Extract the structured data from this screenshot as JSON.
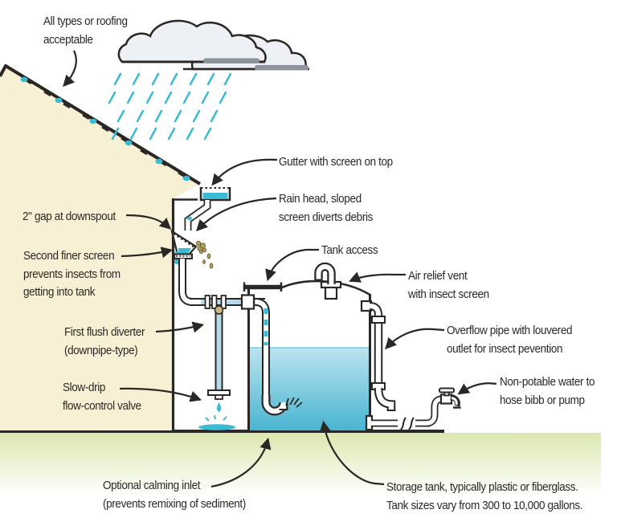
{
  "figure": {
    "subject": "Rainwater harvesting system cutaway diagram"
  },
  "labels": {
    "roof": {
      "lines": [
        "All types or roofing",
        "acceptable"
      ]
    },
    "gutter": {
      "lines": [
        "Gutter with screen on top"
      ]
    },
    "rain_head": {
      "lines": [
        "Rain head, sloped",
        "screen diverts debris"
      ]
    },
    "tank_access": {
      "lines": [
        "Tank access"
      ]
    },
    "downspout_gap": {
      "lines": [
        "2\" gap at downspout"
      ]
    },
    "second_screen": {
      "lines": [
        "Second finer screen",
        "prevents insects from",
        "getting into tank"
      ]
    },
    "first_flush": {
      "lines": [
        "First flush diverter",
        "(downpipe-type)"
      ]
    },
    "slow_drip": {
      "lines": [
        "Slow-drip",
        "flow-control valve"
      ]
    },
    "air_vent": {
      "lines": [
        "Air relief vent",
        "with insect screen"
      ]
    },
    "overflow": {
      "lines": [
        "Overflow pipe with louvered",
        "outlet for insect pevention"
      ]
    },
    "non_potable": {
      "lines": [
        "Non-potable water to",
        "hose bibb or pump"
      ]
    },
    "calming_inlet": {
      "lines": [
        "Optional calming inlet",
        "(prevents remixing of sediment)"
      ]
    },
    "storage_tank": {
      "lines": [
        "Storage tank, typically plastic or fiberglass.",
        "Tank sizes vary from 300 to 10,000 gallons."
      ]
    }
  },
  "colors": {
    "ink": "#2b2724",
    "accent": "#3bbad4",
    "water_top": "#bce4ef",
    "water_bottom": "#49b5d1",
    "pipe_water": "#b4dbe7",
    "house_fill": "#f8f0d5",
    "ground_green": "#d9e6ab",
    "cloud_fill": "#edf1f6",
    "cloud_shadow": "#8d949c",
    "debris": "#b3a35c"
  }
}
